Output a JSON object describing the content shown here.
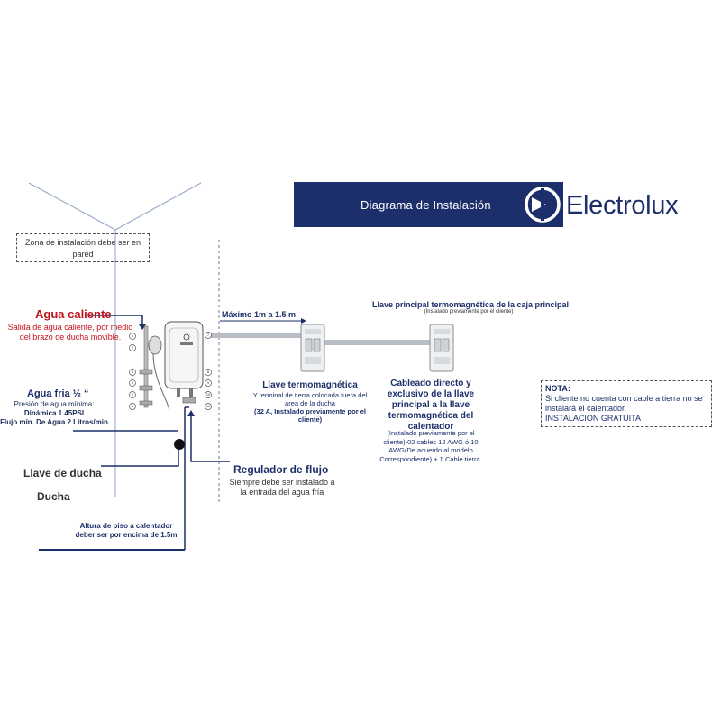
{
  "header": {
    "banner_title": "Diagrama de Instalación",
    "brand_name": "Electrolux",
    "brand_color": "#1c2f6b"
  },
  "zone": {
    "text": "Zona de instalación debe ser en pared"
  },
  "hot_water": {
    "title": "Agua caliente",
    "description": "Salida de agua caliente, por medio del brazo de ducha movible.",
    "color": "#c4121c"
  },
  "cold_water": {
    "title": "Agua fria ½ “",
    "line1": "Presión  de agua mínima:",
    "line2": "Dinámica 1.45PSI",
    "line3": "Flujo mín. De Agua  2 Litros/min"
  },
  "labels": {
    "llave_ducha": "Llave de ducha",
    "ducha": "Ducha",
    "altura": "Altura de piso a calentador deber ser por encima de 1.5m",
    "maximo": "Máximo 1m a 1.5 m"
  },
  "main_breaker": {
    "title": "Llave principal termomagnética de la caja principal",
    "subtitle": "(Instalado previamente por el cliente)"
  },
  "breaker": {
    "title": "Llave termomagnética",
    "description": "Y terminal de tierra colocada fuera del área de la ducha",
    "spec": "(32 A, Instalado previamente por el cliente)"
  },
  "cabling": {
    "title": "Cableado directo y exclusivo de la llave principal a la llave termomagnética del calentador",
    "description": "(Instalado previamente por el cliente)-02 cables 12 AWG ó 10 AWG(De acuerdo al modelo Correspondiente) + 1 Cable tierra."
  },
  "flow_regulator": {
    "title": "Regulador de flujo",
    "description": "Siempre debe ser instalado a la entrada del agua fría"
  },
  "note": {
    "title": "NOTA:",
    "line1": "Si cliente no cuenta con cable a tierra no se instalará el calentador.",
    "line2": "INSTALACION GRATUITA"
  },
  "callouts": [
    "1",
    "2",
    "3",
    "4",
    "5",
    "6",
    "7",
    "8",
    "9",
    "10",
    "11"
  ]
}
